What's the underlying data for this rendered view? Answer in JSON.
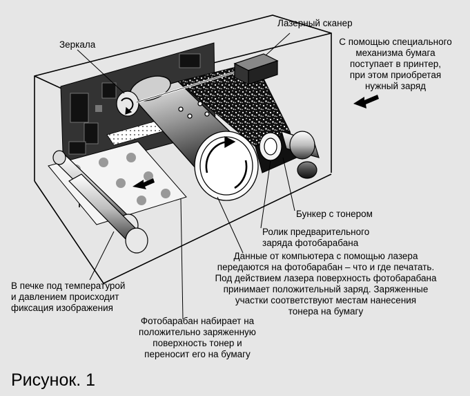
{
  "labels": {
    "scanner": "Лазерный сканер",
    "mirrors": "Зеркала",
    "paper_mechanism": [
      "С помощью специального",
      "механизма бумага",
      "поступает в принтер,",
      "при этом приобретая",
      "нужный заряд"
    ],
    "toner_hopper": "Бункер с тонером",
    "precharge_roller": [
      "Ролик предварительного",
      "заряда фотобарабана"
    ],
    "laser_data": [
      "Данные от компьютера с помощью лазера",
      "передаются на фотобарабан – что и где печатать.",
      "Под действием лазера поверхность фотобарабана",
      "принимает положительный заряд. Заряженные",
      "участки соответствуют местам нанесения",
      "тонера на бумагу"
    ],
    "fuser": [
      "В печке под температурой",
      "и давлением происходит",
      "фиксация изображения"
    ],
    "drum_toner": [
      "Фотобарабан набирает на",
      "положительно заряженную",
      "поверхность тонер и",
      "переносит его на бумагу"
    ]
  },
  "caption": "Рисунок. 1",
  "colors": {
    "background": "#e6e6e6",
    "ink": "#000000",
    "drum_dark": "#2a2a2a",
    "drum_light": "#f4f4f4"
  }
}
